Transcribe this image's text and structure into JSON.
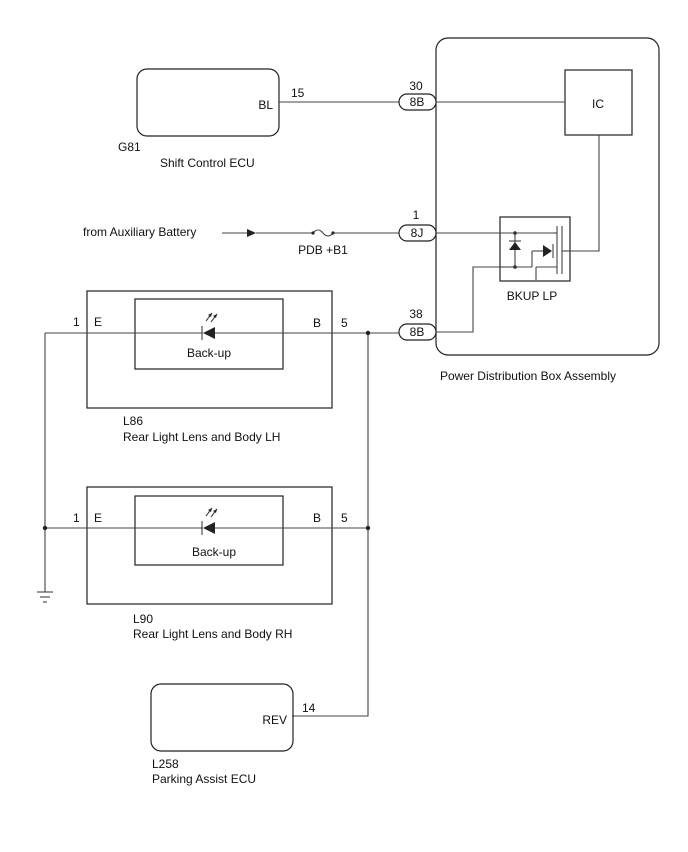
{
  "shift_ecu": {
    "code": "G81",
    "name": "Shift Control ECU",
    "pin_label": "BL",
    "pin_num": "15"
  },
  "pdb": {
    "name": "Power Distribution Box Assembly",
    "ic_label": "IC",
    "relay_label": "BKUP LP",
    "conn1": {
      "pin": "30",
      "code": "8B"
    },
    "conn2": {
      "pin": "1",
      "code": "8J"
    },
    "conn3": {
      "pin": "38",
      "code": "8B"
    }
  },
  "aux": {
    "source_label": "from Auxiliary Battery",
    "fuse_label": "PDB +B1"
  },
  "lamp_lh": {
    "code": "L86",
    "name": "Rear Light Lens and Body LH",
    "lamp_label": "Back-up",
    "left_pin_num": "1",
    "left_pin_label": "E",
    "right_pin_label": "B",
    "right_pin_num": "5"
  },
  "lamp_rh": {
    "code": "L90",
    "name": "Rear Light Lens and Body RH",
    "lamp_label": "Back-up",
    "left_pin_num": "1",
    "left_pin_label": "E",
    "right_pin_label": "B",
    "right_pin_num": "5"
  },
  "park_ecu": {
    "code": "L258",
    "name": "Parking Assist ECU",
    "pin_label": "REV",
    "pin_num": "14"
  }
}
